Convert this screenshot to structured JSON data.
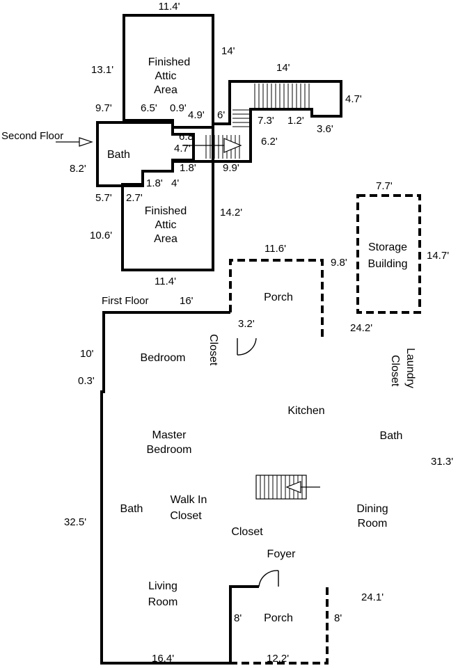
{
  "floors": {
    "second": "Second Floor",
    "first": "First Floor"
  },
  "rooms": {
    "attic_top_1": "Finished",
    "attic_top_2": "Attic",
    "attic_top_3": "Area",
    "bath_upper": "Bath",
    "attic_bot_1": "Finished",
    "attic_bot_2": "Attic",
    "attic_bot_3": "Area",
    "storage_1": "Storage",
    "storage_2": "Building",
    "porch_top": "Porch",
    "porch_bottom": "Porch",
    "closet_door": "Closet",
    "bedroom": "Bedroom",
    "laundry_1": "Laundry",
    "laundry_2": "Closet",
    "kitchen": "Kitchen",
    "master_1": "Master",
    "master_2": "Bedroom",
    "bath_right": "Bath",
    "bath_left": "Bath",
    "walkin_1": "Walk In",
    "walkin_2": "Closet",
    "dining_1": "Dining",
    "dining_2": "Room",
    "closet_center": "Closet",
    "foyer": "Foyer",
    "living_1": "Living",
    "living_2": "Room"
  },
  "dimensions": {
    "d_11_4_top": "11.4'",
    "d_14_right": "14'",
    "d_13_1": "13.1'",
    "d_14_stair": "14'",
    "d_4_7_right": "4.7'",
    "d_9_7": "9.7'",
    "d_6_5": "6.5'",
    "d_0_9": "0.9'",
    "d_4_9": "4.9'",
    "d_6": "6'",
    "d_7_3": "7.3'",
    "d_1_2": "1.2'",
    "d_3_6": "3.6'",
    "d_6_8": "6.8'",
    "d_4_7_mid": "4.7'",
    "d_6_2": "6.2'",
    "d_8_2": "8.2'",
    "d_1_8_a": "1.8'",
    "d_9_9": "9.9'",
    "d_1_8_b": "1.8'",
    "d_4": "4'",
    "d_5_7": "5.7'",
    "d_2_7": "2.7'",
    "d_14_2": "14.2'",
    "d_7_7": "7.7'",
    "d_10_6": "10.6'",
    "d_11_6": "11.6'",
    "d_9_8": "9.8'",
    "d_14_7": "14.7'",
    "d_11_4_bot": "11.4'",
    "d_16": "16'",
    "d_3_2": "3.2'",
    "d_24_2": "24.2'",
    "d_10": "10'",
    "d_0_3": "0.3'",
    "d_31_3": "31.3'",
    "d_32_5": "32.5'",
    "d_24_1": "24.1'",
    "d_8_left": "8'",
    "d_8_right": "8'",
    "d_16_4": "16.4'",
    "d_12_2": "12.2'"
  }
}
